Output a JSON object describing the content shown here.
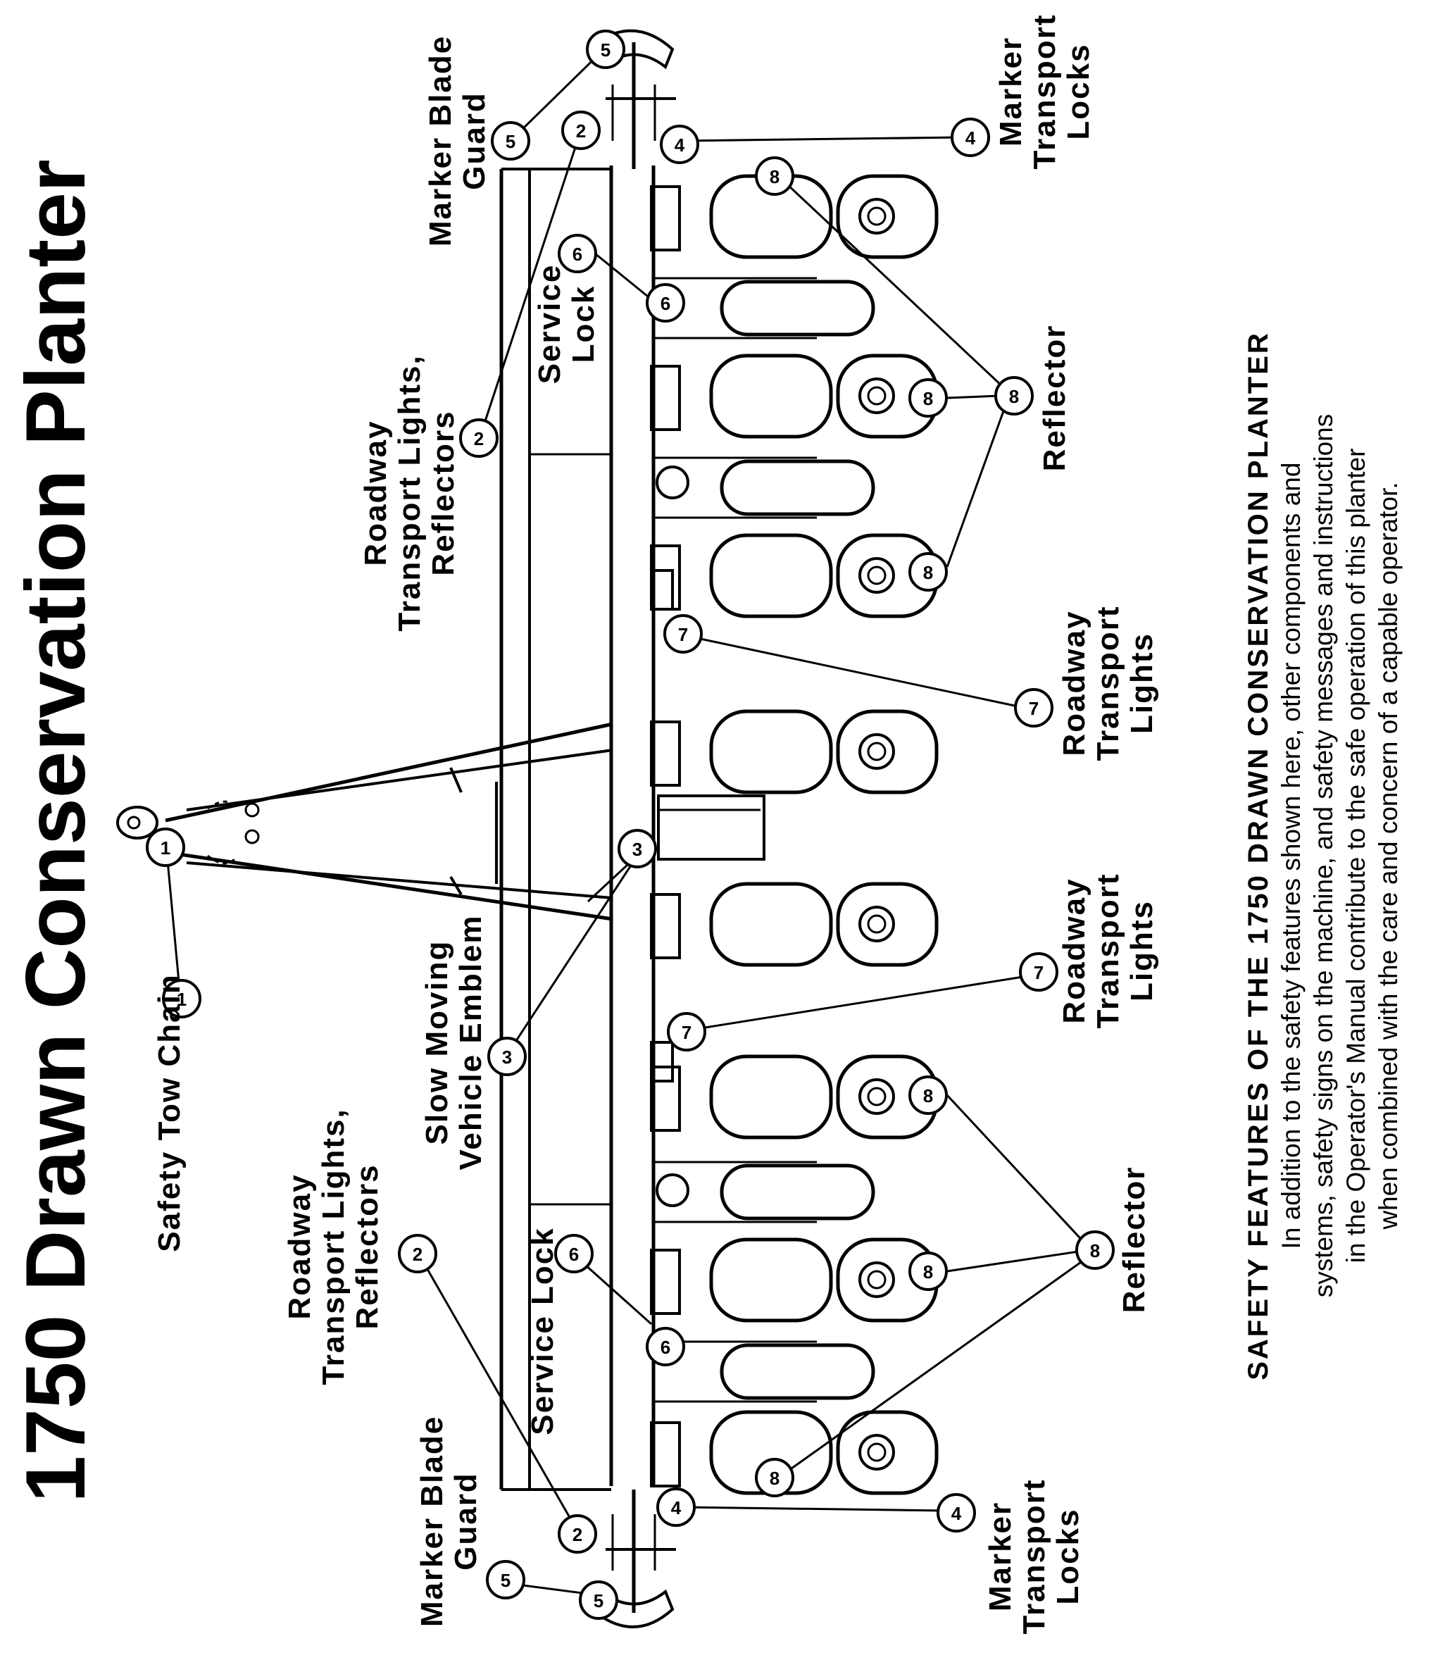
{
  "title": "1750 Drawn Conservation Planter",
  "labels": {
    "safety_tow_chain": "Safety Tow Chain",
    "roadway_lights_reflectors": [
      "Roadway",
      "Transport Lights,",
      "Reflectors"
    ],
    "service_lock_single": "Service Lock",
    "service_lock_split": [
      "Service",
      "Lock"
    ],
    "marker_blade_guard": [
      "Marker Blade",
      "Guard"
    ],
    "marker_transport_locks": [
      "Marker",
      "Transport",
      "Locks"
    ],
    "slow_moving_vehicle_emblem": [
      "Slow Moving",
      "Vehicle Emblem"
    ],
    "roadway_transport_lights": [
      "Roadway",
      "Transport",
      "Lights"
    ],
    "reflector": "Reflector"
  },
  "callouts": [
    "1",
    "2",
    "3",
    "4",
    "5",
    "6",
    "7",
    "8"
  ],
  "safety_note": {
    "heading": "SAFETY FEATURES OF THE 1750 DRAWN CONSERVATION PLANTER",
    "lines": [
      "In addition to the safety features shown here, other components and",
      "systems, safety signs on the machine, and safety messages and instructions",
      "in the Operator's Manual contribute to the safe operation of this planter",
      "when combined with the care and concern of a capable operator."
    ]
  }
}
